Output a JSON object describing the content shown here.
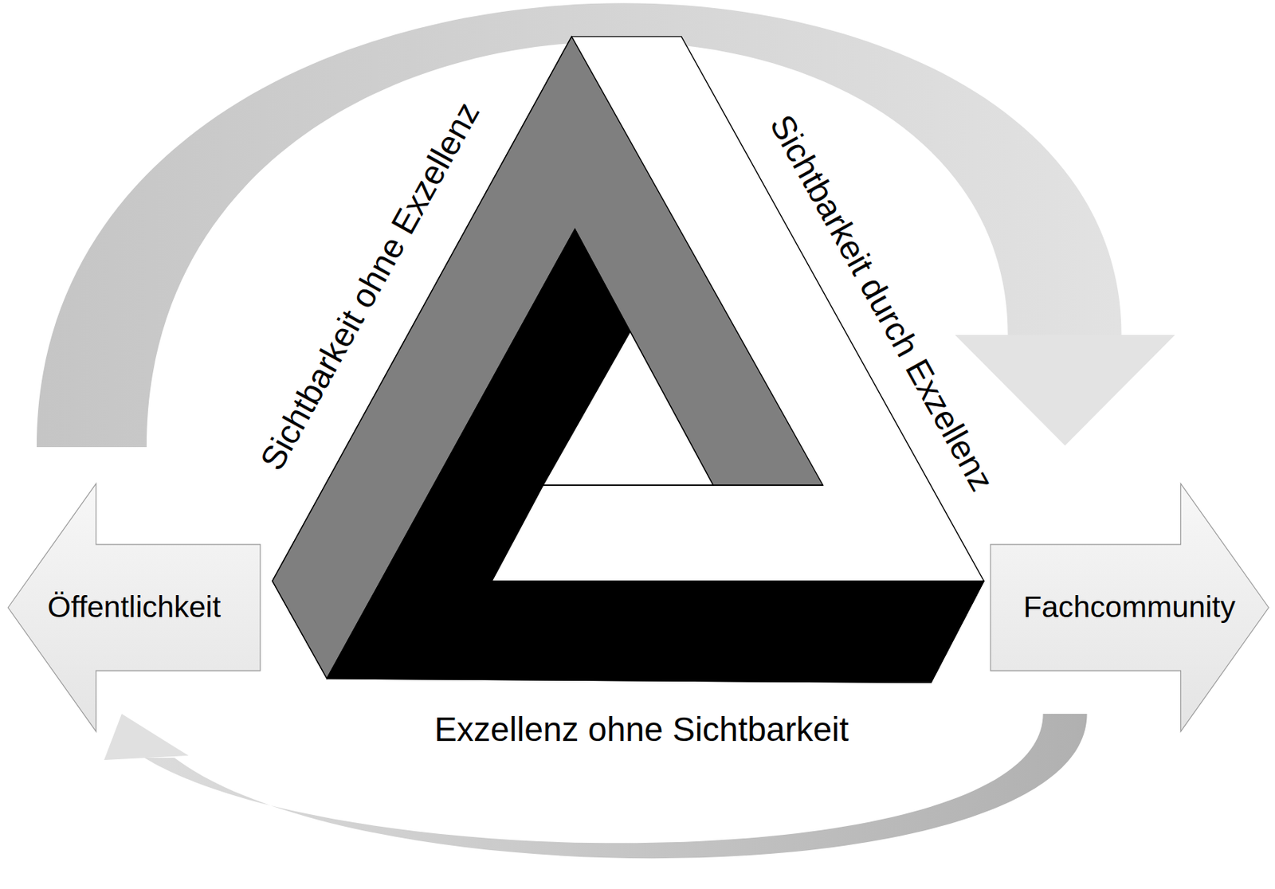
{
  "diagram": {
    "nodes": [
      {
        "text": [
          "Öffentlichkeit"
        ]
      },
      {
        "text": [
          "Fachcommunity"
        ]
      }
    ],
    "edges": [
      {
        "from": 0,
        "to": 1,
        "arrow": "to"
      },
      {
        "from": 1,
        "to": 0,
        "arrow": "to"
      }
    ],
    "labels": [
      "Sichtbarkeit ohne Exzellenz",
      "Sichtbarkeit durch Exzellenz",
      "Exzellenz ohne Sichtbarkeit"
    ]
  }
}
